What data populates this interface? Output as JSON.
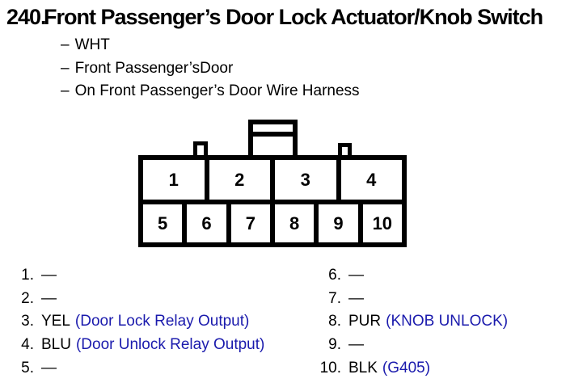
{
  "header": {
    "number": "240.",
    "title": "Front Passenger’s Door Lock Actuator/Knob Switch",
    "dash": "–",
    "details": [
      "WHT",
      "Front Passenger’sDoor",
      "On Front Passenger’s Door Wire Harness"
    ]
  },
  "connector": {
    "top_row": [
      "1",
      "2",
      "3",
      "4"
    ],
    "bottom_row": [
      "5",
      "6",
      "7",
      "8",
      "9",
      "10"
    ]
  },
  "pins": {
    "left": [
      {
        "num": "1.",
        "wire": "—",
        "desc": ""
      },
      {
        "num": "2.",
        "wire": "—",
        "desc": ""
      },
      {
        "num": "3.",
        "wire": "YEL",
        "desc": "(Door Lock Relay Output)"
      },
      {
        "num": "4.",
        "wire": "BLU",
        "desc": "(Door Unlock Relay Output)"
      },
      {
        "num": "5.",
        "wire": "—",
        "desc": ""
      }
    ],
    "right": [
      {
        "num": "6.",
        "wire": "—",
        "desc": ""
      },
      {
        "num": "7.",
        "wire": "—",
        "desc": ""
      },
      {
        "num": "8.",
        "wire": "PUR",
        "desc": "(KNOB UNLOCK)"
      },
      {
        "num": "9.",
        "wire": "—",
        "desc": ""
      },
      {
        "num": "10.",
        "wire": "BLK",
        "desc": "(G405)"
      }
    ]
  },
  "colors": {
    "reference_blue": "#1b1bad",
    "text_black": "#000000",
    "background": "#ffffff"
  }
}
